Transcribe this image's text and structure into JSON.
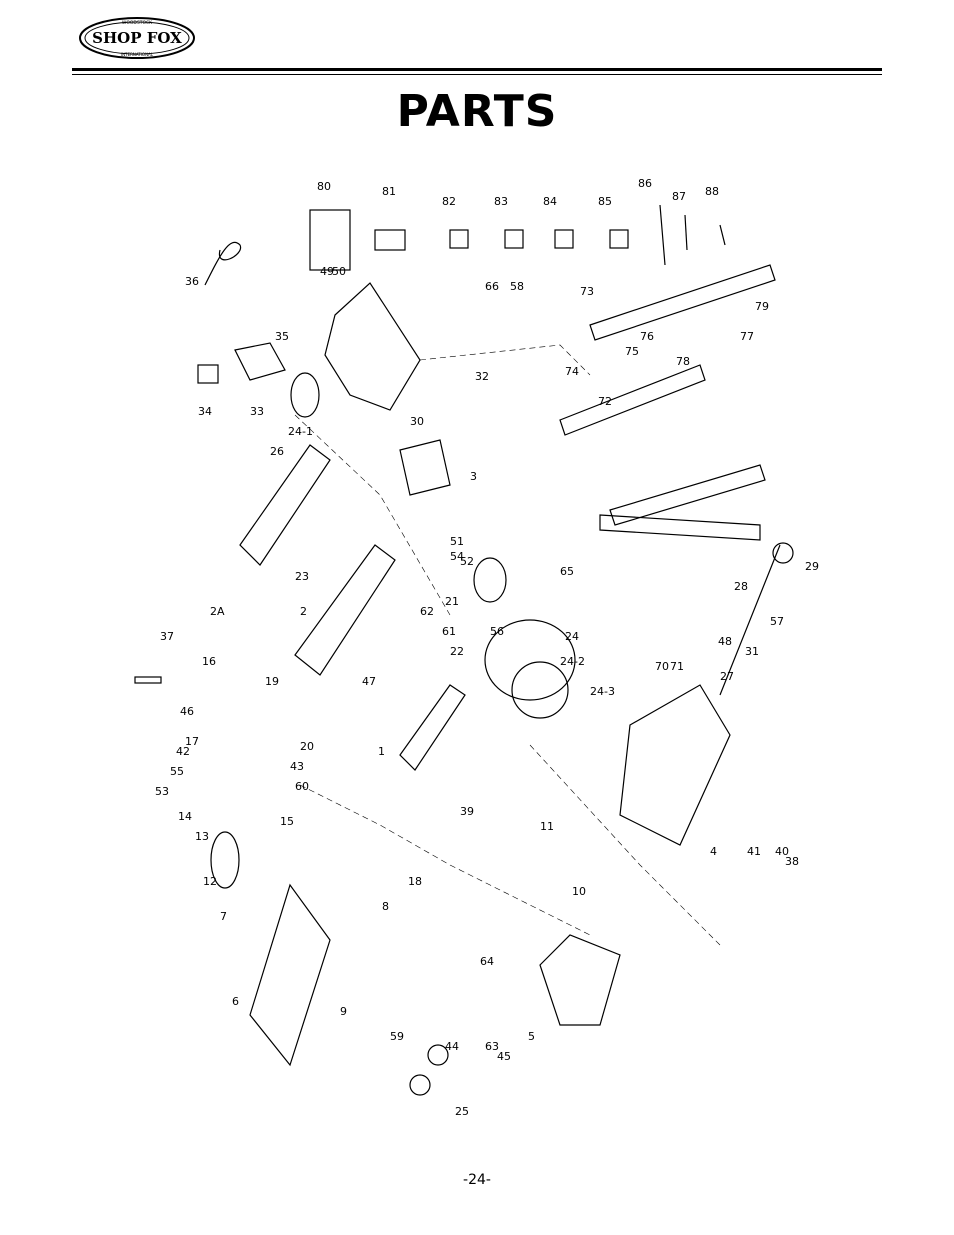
{
  "header": {
    "brand": "SHOP FOX",
    "brand_ring_top": "WOODSTOCK",
    "brand_ring_bottom": "INTERNATIONAL"
  },
  "page": {
    "title": "PARTS",
    "page_number": "-24-"
  },
  "diagram": {
    "callouts": [
      "1",
      "2",
      "2A",
      "3",
      "4",
      "5",
      "6",
      "7",
      "8",
      "9",
      "10",
      "11",
      "12",
      "13",
      "14",
      "15",
      "16",
      "17",
      "18",
      "19",
      "20",
      "21",
      "22",
      "23",
      "24",
      "24-1",
      "24-2",
      "24-3",
      "25",
      "26",
      "27",
      "28",
      "29",
      "30",
      "31",
      "32",
      "33",
      "34",
      "35",
      "36",
      "37",
      "38",
      "39",
      "40",
      "41",
      "42",
      "43",
      "44",
      "45",
      "46",
      "47",
      "48",
      "49",
      "50",
      "51",
      "52",
      "53",
      "54",
      "55",
      "56",
      "57",
      "58",
      "59",
      "60",
      "61",
      "62",
      "63",
      "64",
      "65",
      "66",
      "70",
      "71",
      "72",
      "73",
      "74",
      "75",
      "76",
      "77",
      "78",
      "79",
      "80",
      "81",
      "82",
      "83",
      "84",
      "85",
      "86",
      "87",
      "88"
    ]
  }
}
